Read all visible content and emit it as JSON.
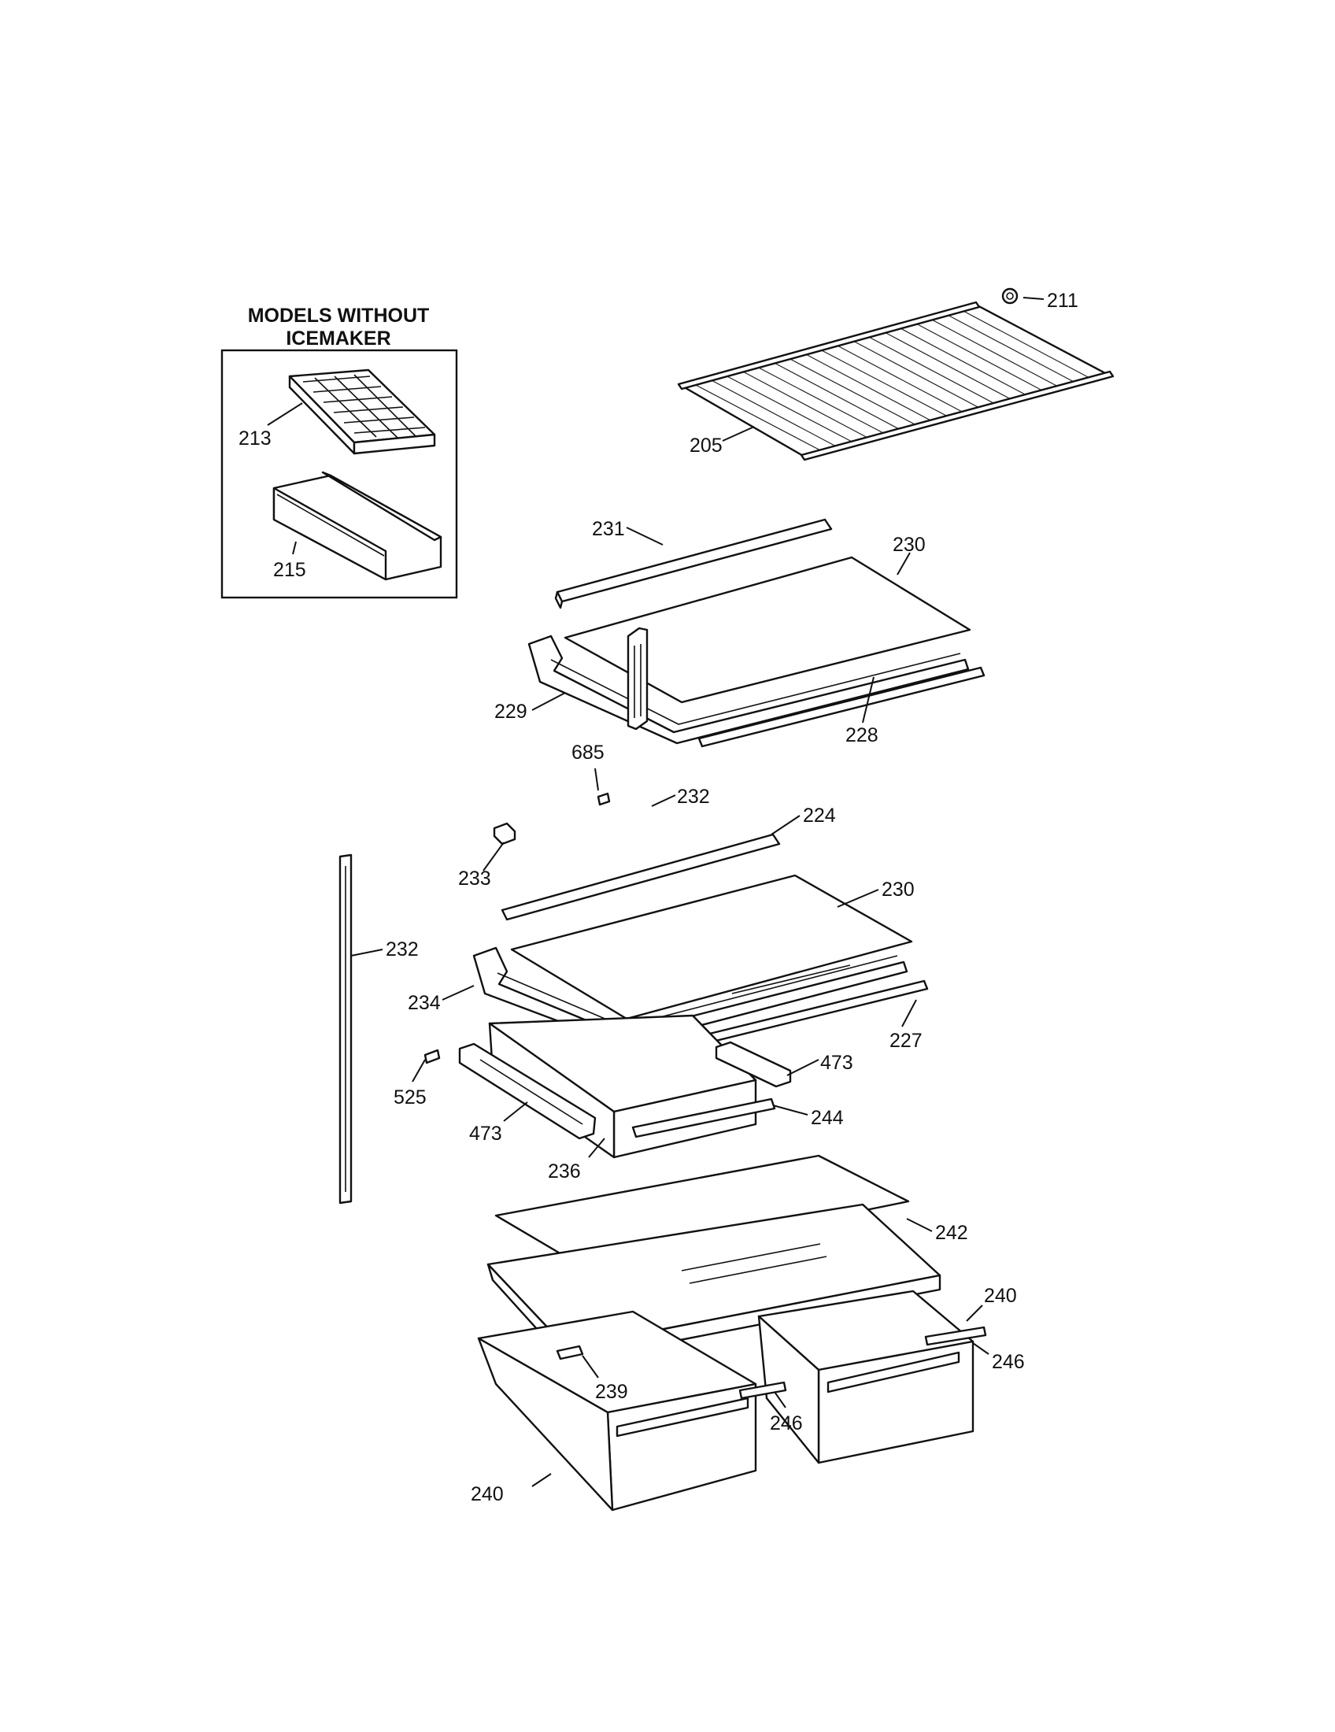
{
  "inset": {
    "title_line1": "MODELS WITHOUT",
    "title_line2": "ICEMAKER"
  },
  "callouts": [
    {
      "id": "c211",
      "text": "211"
    },
    {
      "id": "c205",
      "text": "205"
    },
    {
      "id": "c213",
      "text": "213"
    },
    {
      "id": "c215",
      "text": "215"
    },
    {
      "id": "c231",
      "text": "231"
    },
    {
      "id": "c230a",
      "text": "230"
    },
    {
      "id": "c229",
      "text": "229"
    },
    {
      "id": "c228",
      "text": "228"
    },
    {
      "id": "c685",
      "text": "685"
    },
    {
      "id": "c232a",
      "text": "232"
    },
    {
      "id": "c224",
      "text": "224"
    },
    {
      "id": "c233",
      "text": "233"
    },
    {
      "id": "c230b",
      "text": "230"
    },
    {
      "id": "c232b",
      "text": "232"
    },
    {
      "id": "c234",
      "text": "234"
    },
    {
      "id": "c227",
      "text": "227"
    },
    {
      "id": "c473a",
      "text": "473"
    },
    {
      "id": "c525",
      "text": "525"
    },
    {
      "id": "c473b",
      "text": "473"
    },
    {
      "id": "c244",
      "text": "244"
    },
    {
      "id": "c236",
      "text": "236"
    },
    {
      "id": "c242",
      "text": "242"
    },
    {
      "id": "c240a",
      "text": "240"
    },
    {
      "id": "c246a",
      "text": "246"
    },
    {
      "id": "c239",
      "text": "239"
    },
    {
      "id": "c246b",
      "text": "246"
    },
    {
      "id": "c240b",
      "text": "240"
    }
  ]
}
